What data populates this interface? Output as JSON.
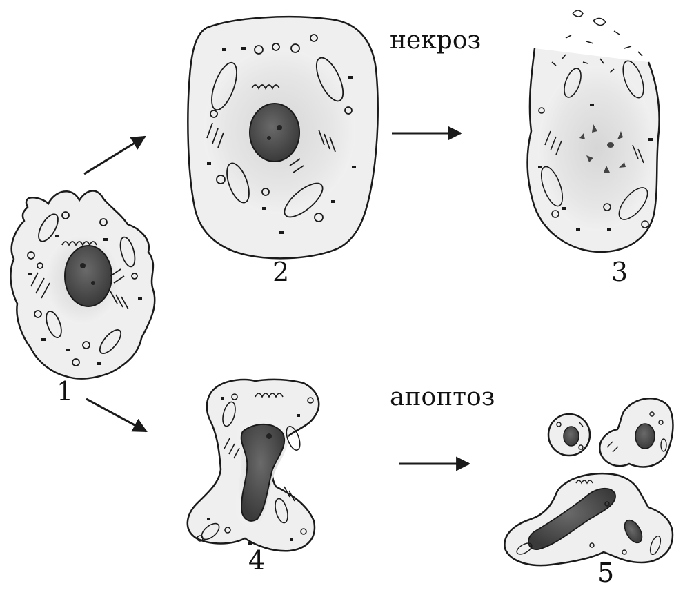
{
  "labels": {
    "necrosis": "некроз",
    "apoptosis": "апоптоз"
  },
  "cells": {
    "c1": "1",
    "c2": "2",
    "c3": "3",
    "c4": "4",
    "c5": "5"
  },
  "colors": {
    "ink": "#1a1a1a",
    "cytoplasm": "#eeeeee",
    "halo": "#dcdcdc",
    "nucleus": "#555555",
    "nucleus_dark": "#333333"
  }
}
